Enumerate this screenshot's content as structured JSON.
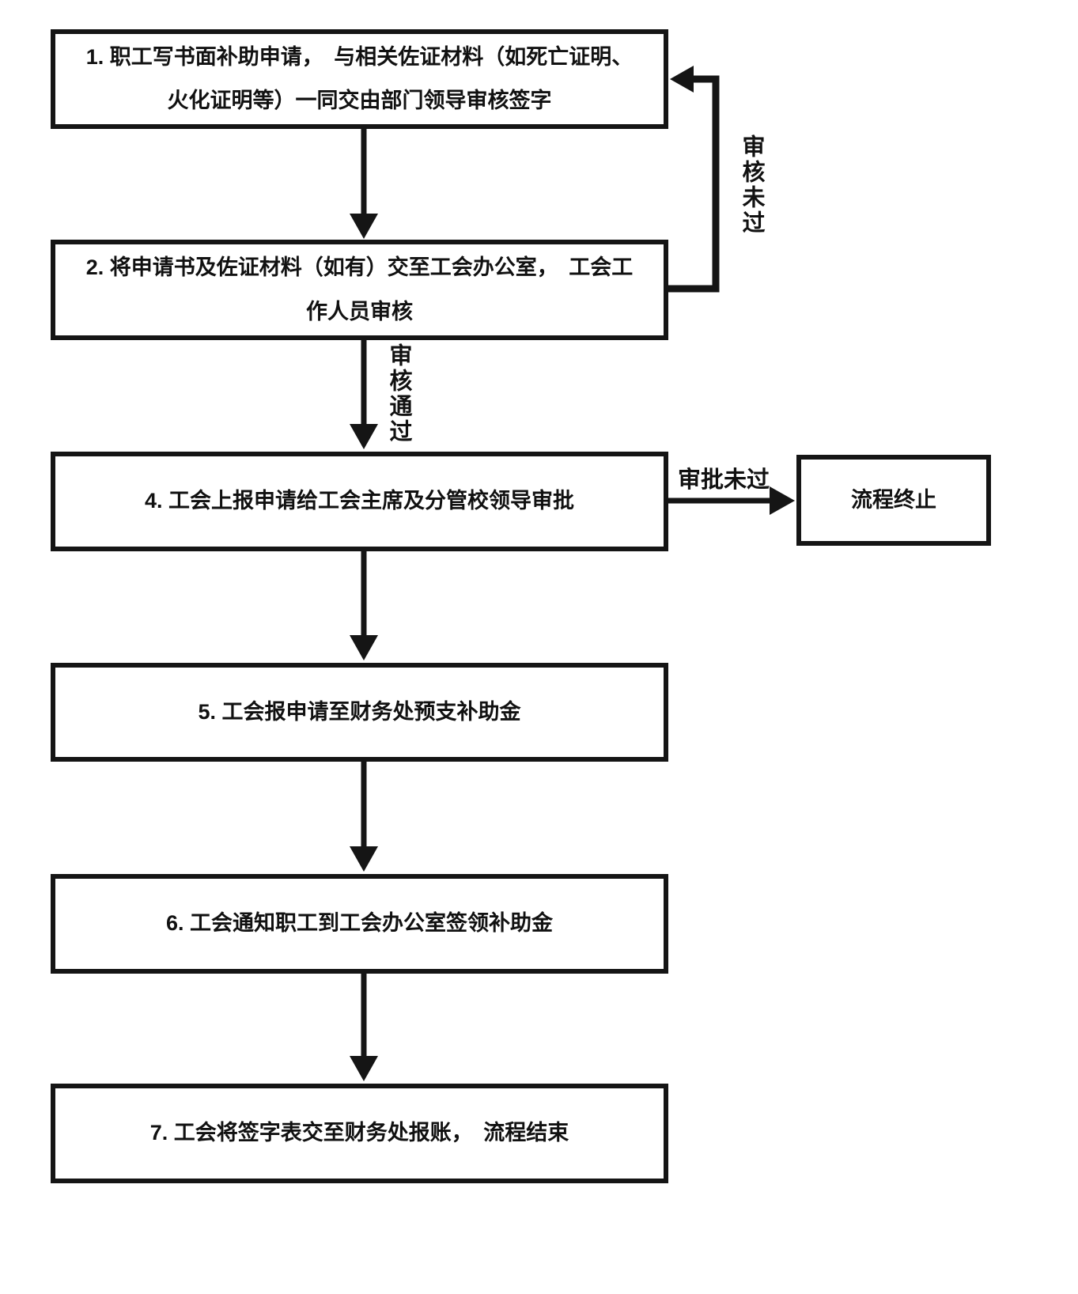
{
  "flowchart": {
    "nodes": {
      "step1": {
        "label": "1. 职工写书面补助申请，　与相关佐证材料（如死亡证明、火化证明等）一同交由部门领导审核签字"
      },
      "step2": {
        "label": "2. 将申请书及佐证材料（如有）交至工会办公室，　工会工作人员审核"
      },
      "step4": {
        "label": "4. 工会上报申请给工会主席及分管校领导审批"
      },
      "terminate": {
        "label": "流程终止"
      },
      "step5": {
        "label": "5. 工会报申请至财务处预支补助金"
      },
      "step6": {
        "label": "6. 工会通知职工到工会办公室签领补助金"
      },
      "step7": {
        "label": "7. 工会将签字表交至财务处报账，　流程结束"
      }
    },
    "edge_labels": {
      "review_failed": "审核未过",
      "review_passed": "审核通过",
      "approval_failed": "审批未过"
    },
    "edges": [
      {
        "from": "step1",
        "to": "step2",
        "label": ""
      },
      {
        "from": "step2",
        "to": "step1",
        "label": "审核未过"
      },
      {
        "from": "step2",
        "to": "step4",
        "label": "审核通过"
      },
      {
        "from": "step4",
        "to": "terminate",
        "label": "审批未过"
      },
      {
        "from": "step4",
        "to": "step5",
        "label": ""
      },
      {
        "from": "step5",
        "to": "step6",
        "label": ""
      },
      {
        "from": "step6",
        "to": "step7",
        "label": ""
      }
    ],
    "colors": {
      "stroke": "#151515",
      "background": "#ffffff",
      "text": "#111111"
    }
  }
}
